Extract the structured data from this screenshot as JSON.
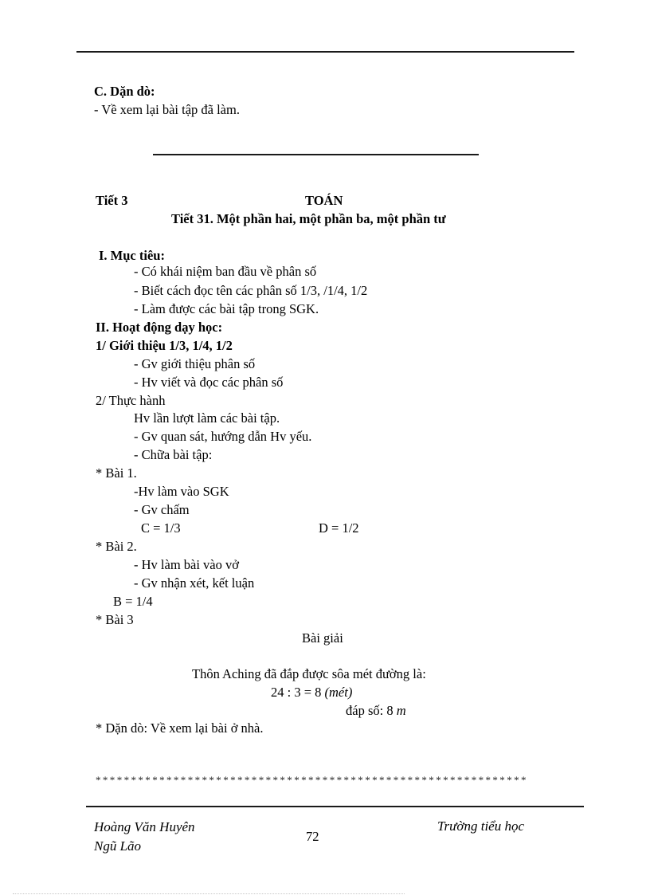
{
  "page": {
    "header_rule": true,
    "section_c": {
      "title": "C. Dặn dò:",
      "line": "- Về xem lại bài tập đã làm."
    },
    "lesson": {
      "period_label": "Tiết 3",
      "subject": "TOÁN",
      "title": "Tiết 31. Một phần hai, một phần ba, một phần tư"
    },
    "objectives": {
      "heading": "I. Mục tiêu:",
      "items": [
        "- Có khái niệm ban đầu về phân số",
        "- Biết  cách đọc tên các phân số 1/3, /1/4, 1/2",
        "- Làm được các bài tập trong SGK."
      ]
    },
    "activities": {
      "heading": "II. Hoạt động dạy học:",
      "intro": {
        "heading": "1/ Giới thiệu  1/3, 1/4, 1/2",
        "items": [
          "- Gv giới  thiệu  phân số",
          "- Hv viết  và đọc các phân số"
        ]
      },
      "practice": {
        "heading": "2/ Thực hành",
        "items": [
          "Hv lần lượt làm  các bài tập.",
          "- Gv quan sát, hướng dẫn Hv yếu.",
          "- Chữa bài tập:"
        ]
      },
      "exercise1": {
        "heading": "* Bài  1.",
        "items": [
          "-Hv làm vào  SGK",
          "- Gv chấm"
        ],
        "answer_c": "C = 1/3",
        "answer_d": "D = 1/2"
      },
      "exercise2": {
        "heading": "* Bài  2.",
        "items": [
          "- Hv làm  bài vào vở",
          "- Gv nhận xét, kết luận"
        ],
        "answer_b": "B = 1/4"
      },
      "exercise3": {
        "heading": "* Bài  3",
        "solution_label": "Bài giải",
        "statement": "Thôn Aching  đã đắp được sôa mét đường là:",
        "calc": "24  :  3  =  8 ",
        "calc_unit": "(mét)",
        "answer_prefix": "đáp số: 8 ",
        "answer_unit": "m"
      },
      "homework": "* Dặn dò: Về xem lại  bài ở nhà."
    },
    "separator_stars": "*************************************************************"
  },
  "footer": {
    "author_line1": "Hoàng Văn Huyên",
    "author_line2": "Ngũ Lão",
    "page_number": "72",
    "school": "Trường tiểu học"
  }
}
